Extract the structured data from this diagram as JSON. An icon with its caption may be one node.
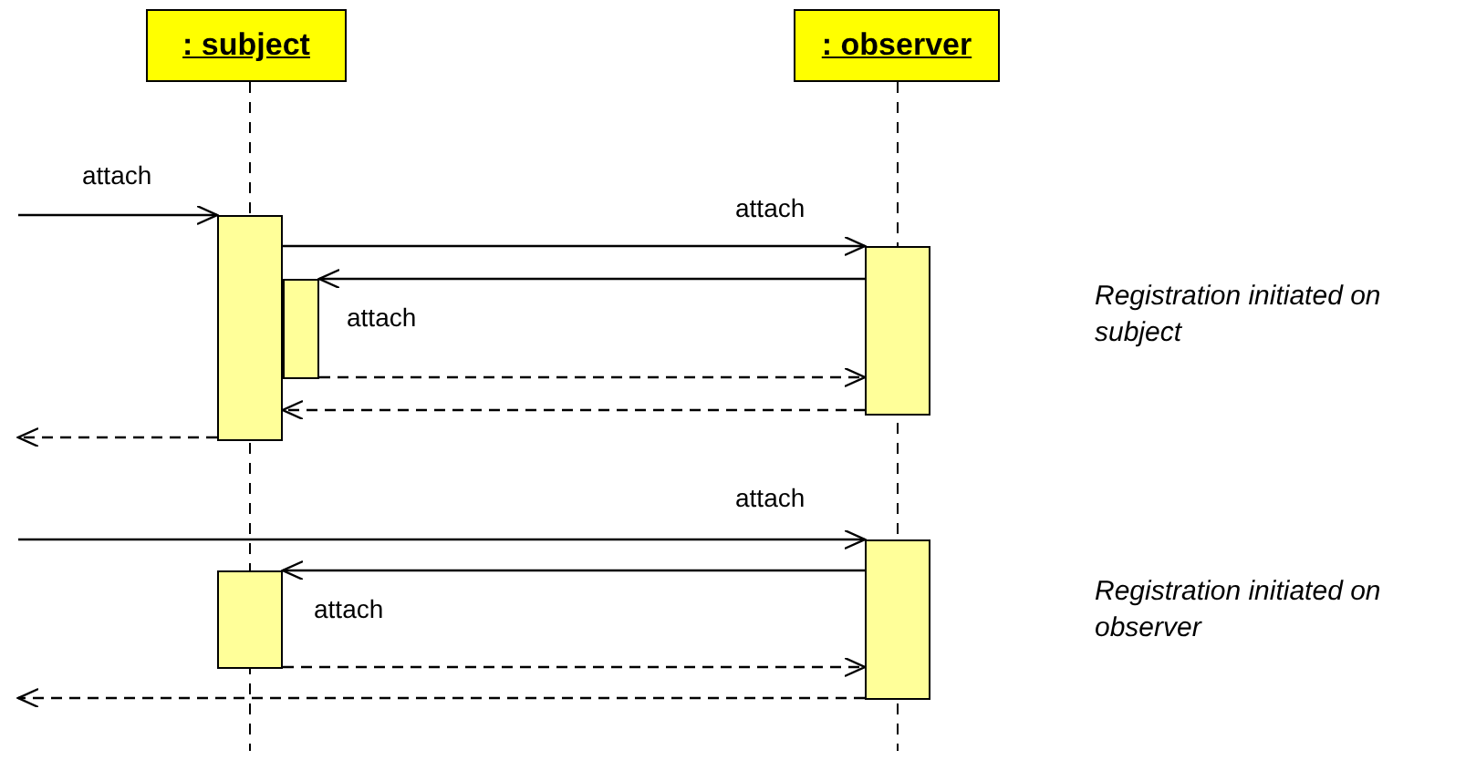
{
  "diagram": {
    "nodes": [
      {
        "text": [
          ": subject"
        ]
      },
      {
        "text": [
          ": observer"
        ]
      },
      {
        "text": [],
        "shape": "bar"
      },
      {
        "text": [],
        "shape": "bar"
      },
      {
        "text": [],
        "shape": "bar"
      },
      {
        "text": [],
        "shape": "bar"
      },
      {
        "text": [],
        "shape": "bar"
      }
    ],
    "edges": [
      {
        "from": null,
        "to": 2,
        "arrow": "to",
        "label": "attach"
      },
      {
        "from": 2,
        "to": 4,
        "arrow": "to",
        "label": "attach"
      },
      {
        "from": 4,
        "to": 3,
        "arrow": "to",
        "label": "attach"
      },
      {
        "from": 3,
        "to": 4,
        "arrow": "to",
        "style": "dashed"
      },
      {
        "from": 4,
        "to": 2,
        "arrow": "to",
        "style": "dashed"
      },
      {
        "from": 2,
        "to": null,
        "arrow": "to",
        "style": "dashed"
      },
      {
        "from": null,
        "to": 6,
        "arrow": "to",
        "label": "attach"
      },
      {
        "from": 6,
        "to": 5,
        "arrow": "to",
        "label": "attach"
      },
      {
        "from": 5,
        "to": 6,
        "arrow": "to",
        "style": "dashed"
      },
      {
        "from": 6,
        "to": null,
        "arrow": "to",
        "style": "dashed"
      }
    ],
    "labels": [
      "Registration initiated on subject",
      "Registration initiated on observer"
    ]
  }
}
